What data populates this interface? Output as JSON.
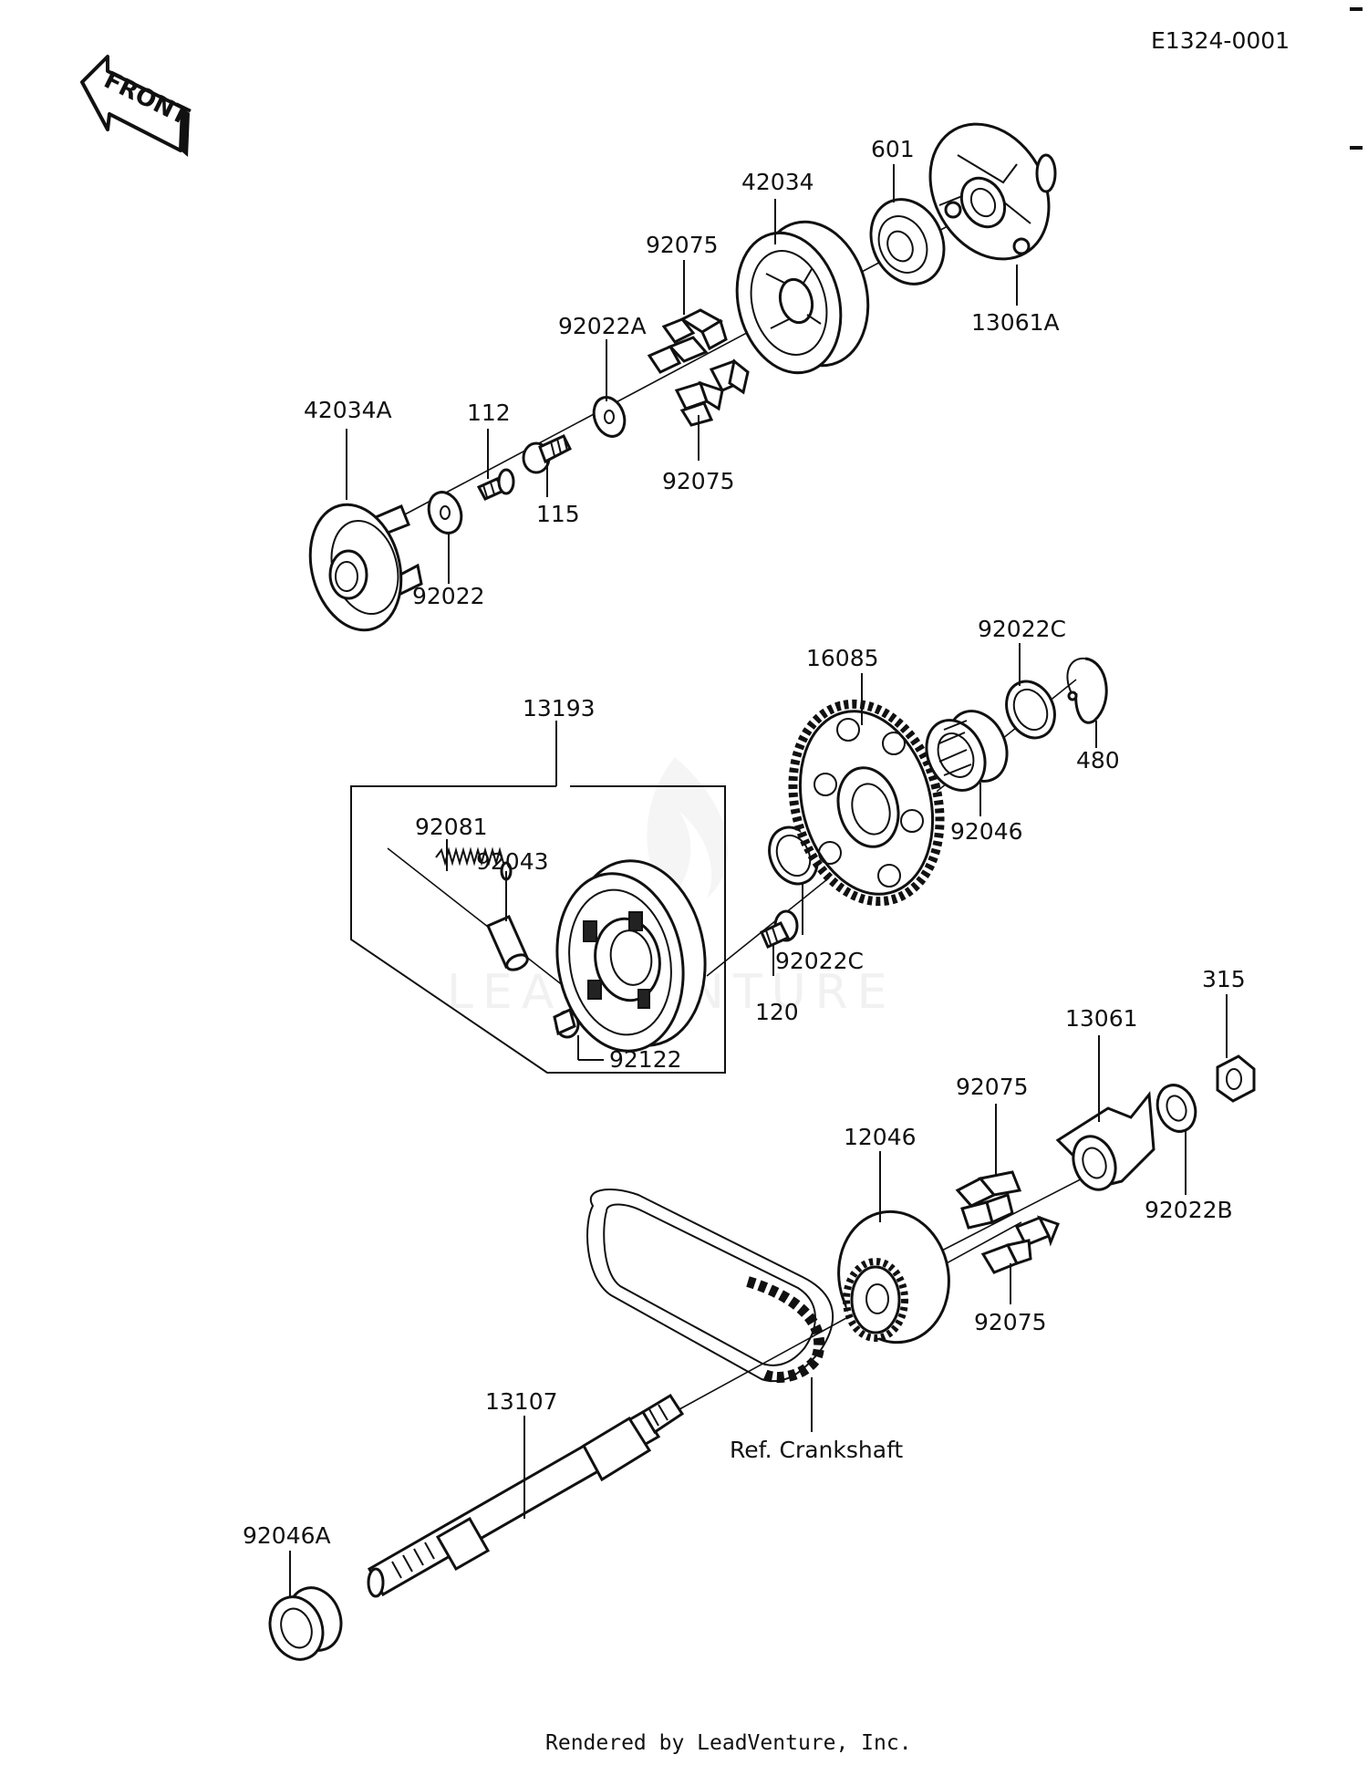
{
  "diagram_code": "E1324-0001",
  "front_label": "FRONT",
  "watermark": "LEADVENTURE",
  "footer": "Rendered by LeadVenture, Inc.",
  "reference_label": "Ref. Crankshaft",
  "callouts": {
    "c601": "601",
    "c42034": "42034",
    "c13061A": "13061A",
    "c92075_top": "92075",
    "c92022A": "92022A",
    "c92075_mid": "92075",
    "c42034A": "42034A",
    "c112": "112",
    "c115": "115",
    "c92022": "92022",
    "c92022C_top": "92022C",
    "c16085": "16085",
    "c480": "480",
    "c92046": "92046",
    "c13193": "13193",
    "c92081": "92081",
    "c92043": "92043",
    "c92022C_mid": "92022C",
    "c120": "120",
    "c92122": "92122",
    "c315": "315",
    "c13061": "13061",
    "c92075_lower": "92075",
    "c12046": "12046",
    "c92022B": "92022B",
    "c92075_bottom": "92075",
    "c13107": "13107",
    "c92046A": "92046A"
  }
}
